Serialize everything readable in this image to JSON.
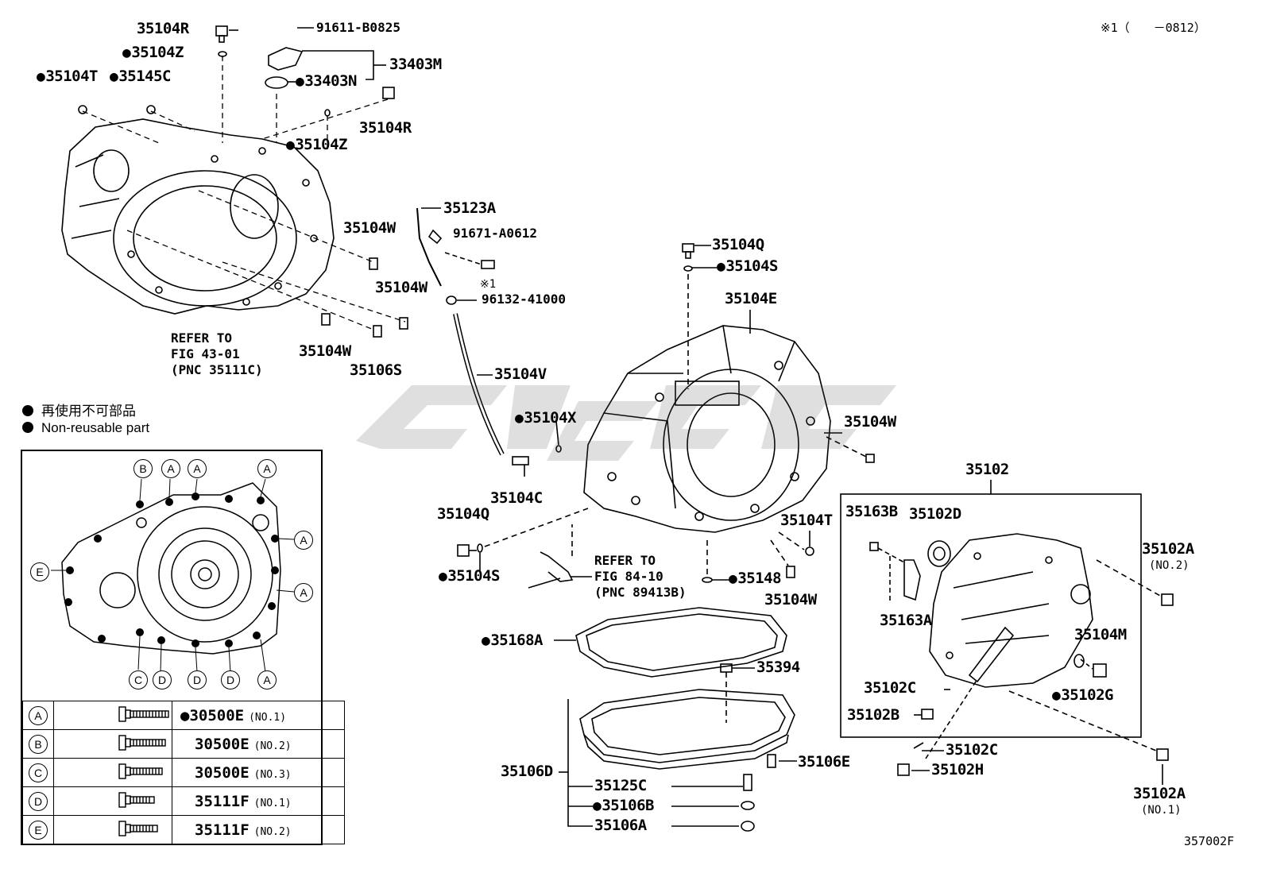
{
  "header_note": "※1（　　－0812）",
  "figure_id": "357002F",
  "legend": {
    "jp": "再使用不可部品",
    "en": "Non-reusable part"
  },
  "refs": {
    "fig43": [
      "REFER TO",
      "FIG 43-01",
      "(PNC 35111C)"
    ],
    "fig84": [
      "REFER TO",
      "FIG 84-10",
      "(PNC 89413B)"
    ]
  },
  "parts": {
    "p35104R_a": "35104R",
    "p91611": "91611-B0825",
    "p35104Z_a": "35104Z",
    "p33403M": "33403M",
    "p35104T_a": "35104T",
    "p35145C": "35145C",
    "p33403N": "33403N",
    "p35104R_b": "35104R",
    "p35104Z_b": "35104Z",
    "p35123A": "35123A",
    "p91671": "91671-A0612",
    "p_star1": "※1",
    "p96132": "96132-41000",
    "p35104W_a": "35104W",
    "p35104W_b": "35104W",
    "p35104W_c": "35104W",
    "p35106S": "35106S",
    "p35104V": "35104V",
    "p35104Q_a": "35104Q",
    "p35104S_a": "35104S",
    "p35104E": "35104E",
    "p35104X": "35104X",
    "p35104C": "35104C",
    "p35104W_d": "35104W",
    "p35102": "35102",
    "p35104Q_b": "35104Q",
    "p35104S_b": "35104S",
    "p35104T_b": "35104T",
    "p35148": "35148",
    "p35104W_e": "35104W",
    "p35163B": "35163B",
    "p35102D": "35102D",
    "p35102A_a": "35102A",
    "p35102A_a_no": "(NO.2)",
    "p35163A": "35163A",
    "p35104M": "35104M",
    "p35168A": "35168A",
    "p35394": "35394",
    "p35102C_a": "35102C",
    "p35102G": "35102G",
    "p35102B": "35102B",
    "p35102C_b": "35102C",
    "p35102H": "35102H",
    "p35106E": "35106E",
    "p35106D": "35106D",
    "p35125C": "35125C",
    "p35106B": "35106B",
    "p35106A": "35106A",
    "p35102A_b": "35102A",
    "p35102A_b_no": "(NO.1)"
  },
  "inset_callouts": [
    "A",
    "B",
    "C",
    "D",
    "E"
  ],
  "bolt_table": [
    {
      "key": "A",
      "part": "30500E",
      "no": "(NO.1)",
      "non_reusable": true
    },
    {
      "key": "B",
      "part": "30500E",
      "no": "(NO.2)",
      "non_reusable": false
    },
    {
      "key": "C",
      "part": "30500E",
      "no": "(NO.3)",
      "non_reusable": false
    },
    {
      "key": "D",
      "part": "35111F",
      "no": "(NO.1)",
      "non_reusable": false
    },
    {
      "key": "E",
      "part": "35111F",
      "no": "(NO.2)",
      "non_reusable": false
    }
  ]
}
